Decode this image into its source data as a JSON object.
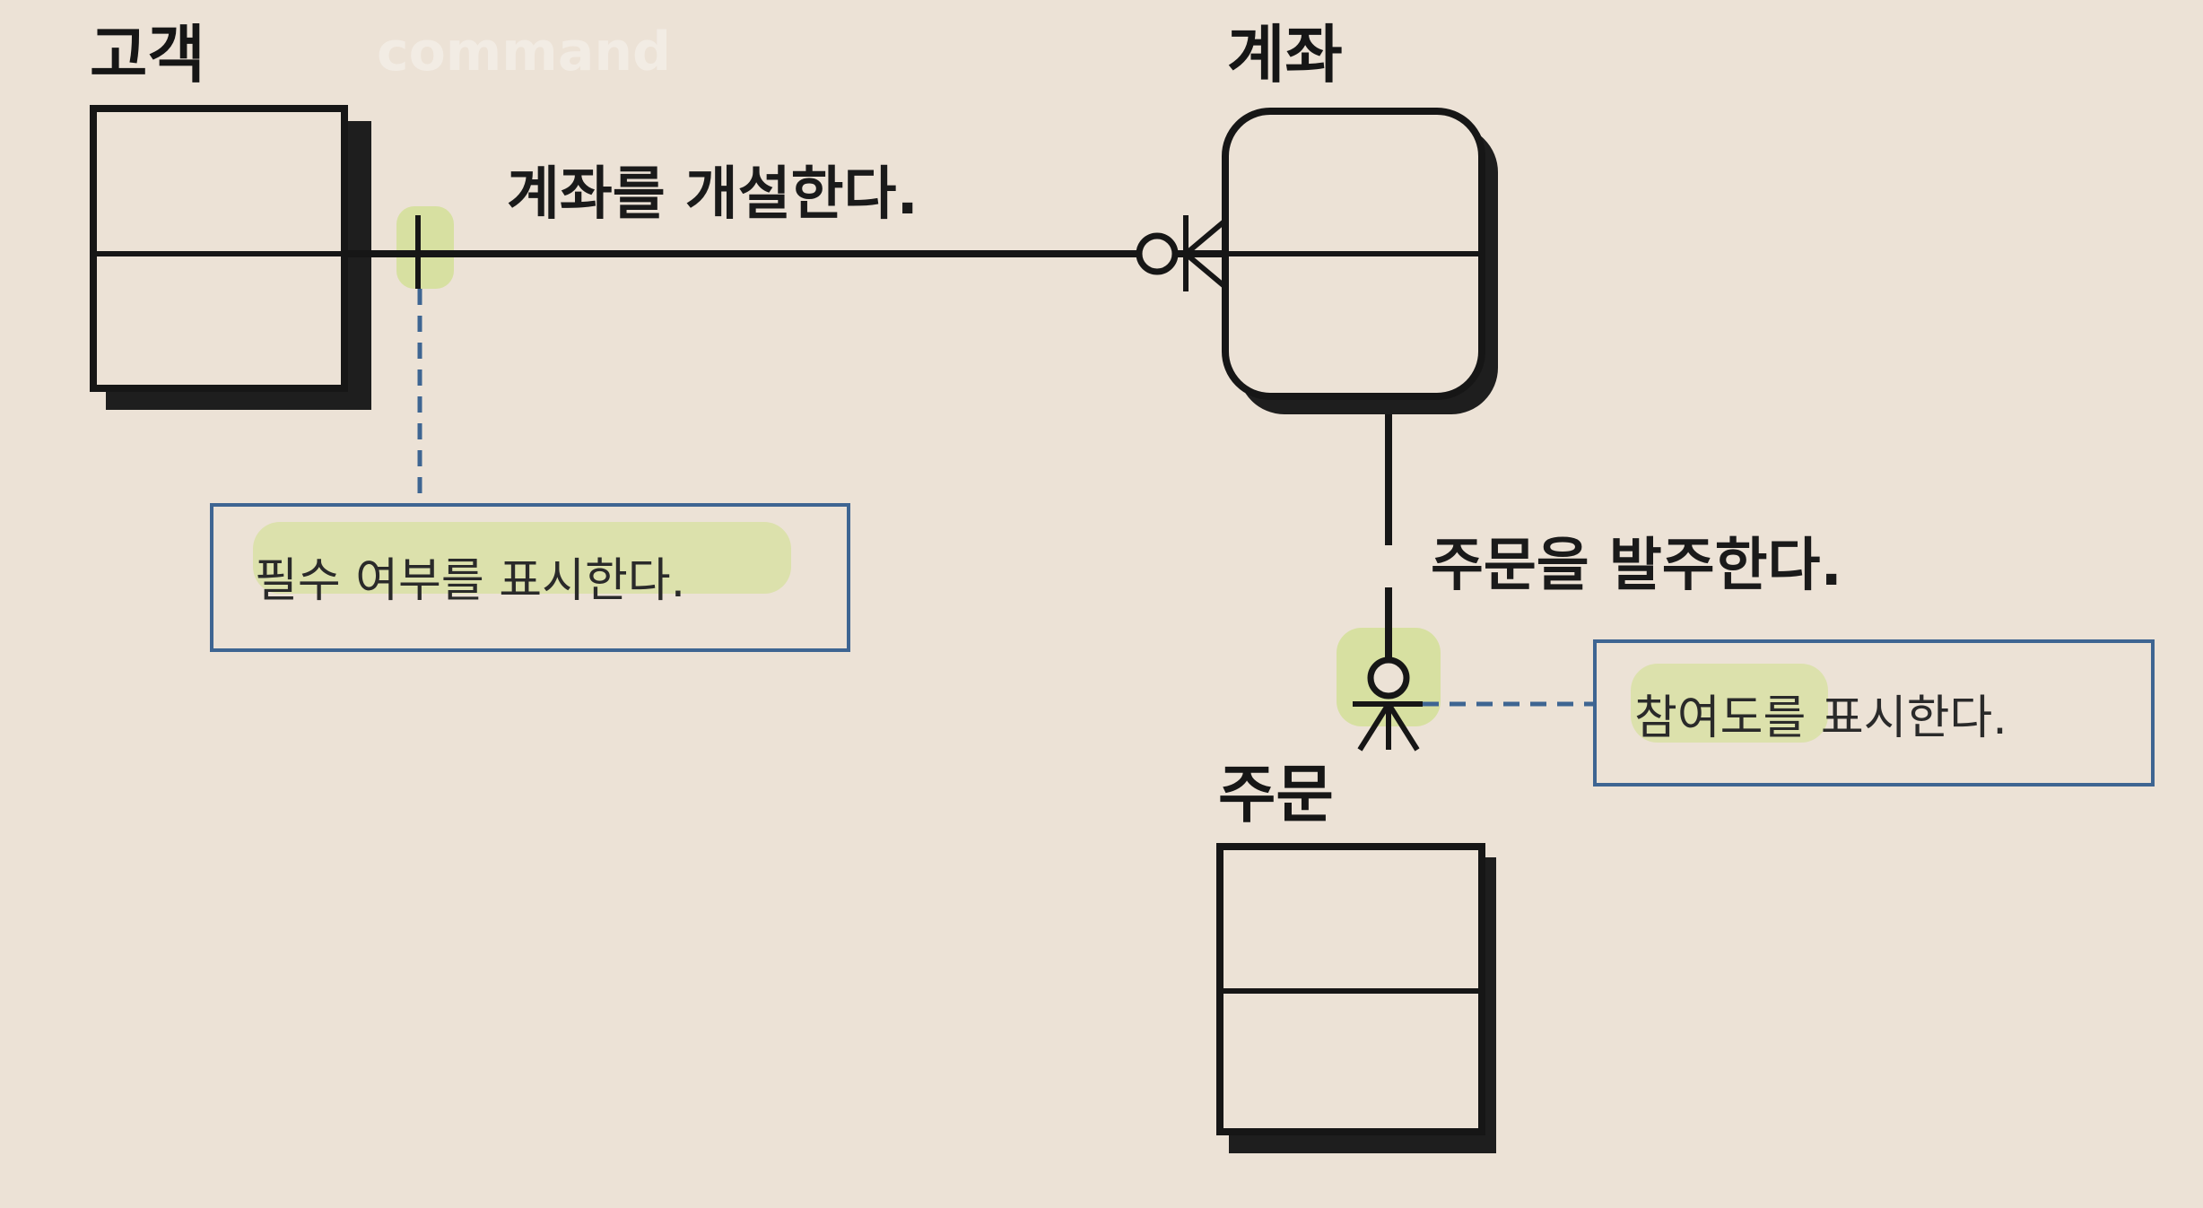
{
  "entities": {
    "customer": {
      "name": "고객"
    },
    "account": {
      "name": "계좌"
    },
    "order": {
      "name": "주문"
    }
  },
  "relationships": {
    "open_account": {
      "label": "계좌를 개설한다."
    },
    "place_order": {
      "label": "주문을 발주한다."
    }
  },
  "notes": {
    "mandatory": {
      "text": "필수 여부를 표시한다."
    },
    "participation": {
      "text": "참여도를 표시한다."
    }
  },
  "background_text": {
    "faint": "command"
  },
  "colors": {
    "ink": "#161616",
    "paper": "#ece2d6",
    "note_border": "#3e6592",
    "dash_line": "#3e6592",
    "highlight": "#cfe08a"
  }
}
